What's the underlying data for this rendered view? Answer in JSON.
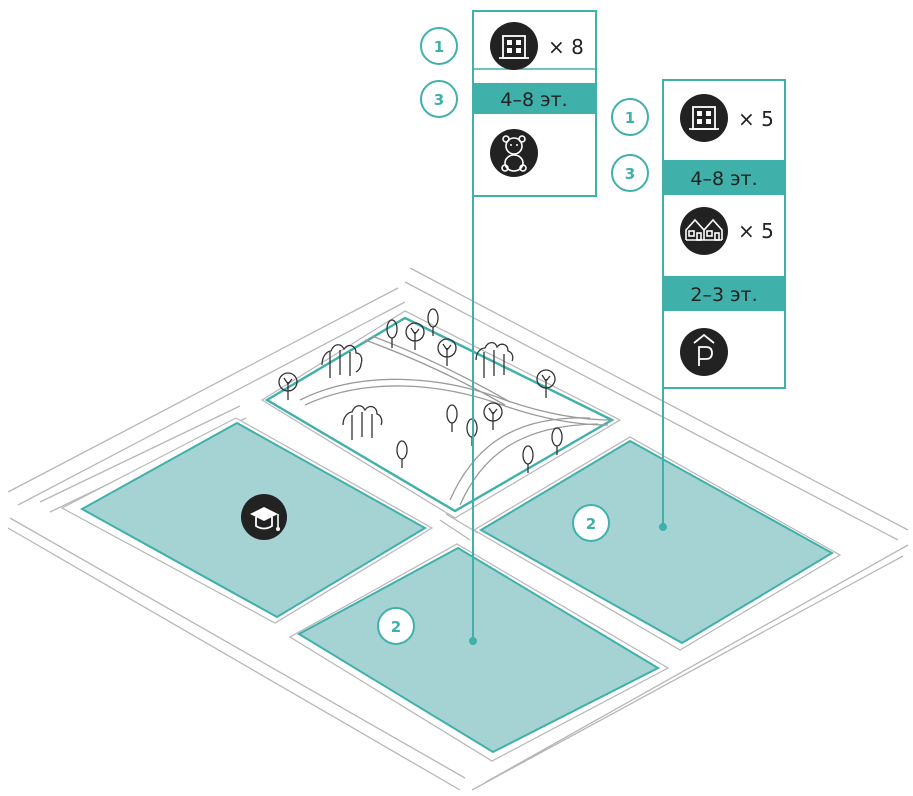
{
  "colors": {
    "teal": "#3fb0aa",
    "teal_band": "#3fb0aa",
    "plot_fill": "#a5d3d4",
    "plot_stroke": "#3fb0aa",
    "street": "#b7b7b7",
    "park_path": "#9a9a9a",
    "tree_stroke": "#333333",
    "icon_dark": "#222222",
    "text_dark": "#222222"
  },
  "markers": {
    "one": "1",
    "two": "2",
    "three": "3"
  },
  "panel_left": {
    "apartment_count": "× 8",
    "floors": "4–8 эт.",
    "icons": [
      "apartment-building-icon",
      "teddy-bear-icon"
    ]
  },
  "panel_right": {
    "apartment_count": "× 5",
    "floors_apartment": "4–8 эт.",
    "townhouse_count": "× 5",
    "floors_townhouse": "2–3 эт.",
    "icons": [
      "apartment-building-icon",
      "townhouse-icon",
      "parking-icon"
    ]
  },
  "plots": {
    "school_icon": "graduation-cap-icon"
  }
}
